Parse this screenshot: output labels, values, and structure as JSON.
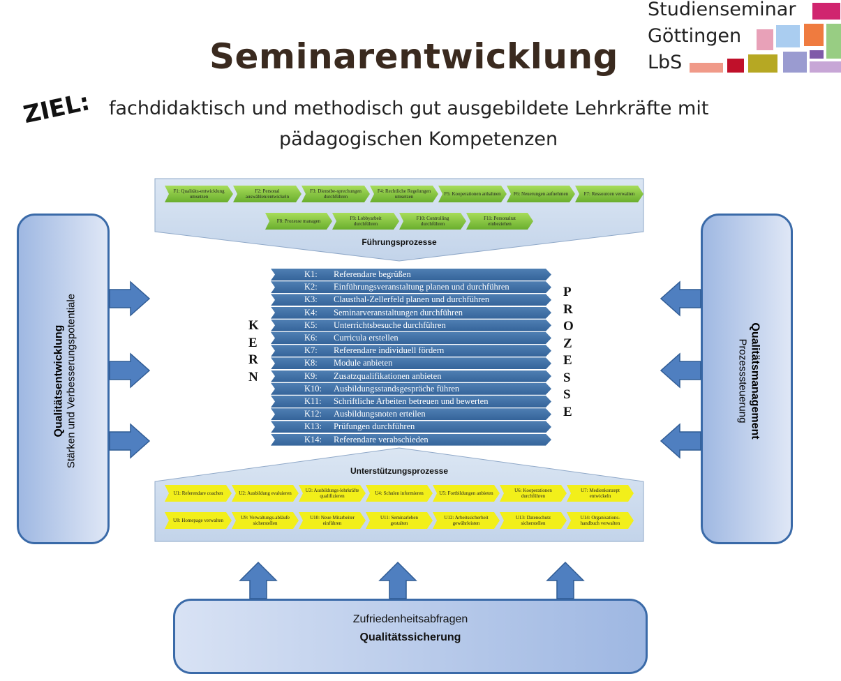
{
  "title": "Seminarentwicklung",
  "ziel": {
    "label": "ZIEL:",
    "line1": "fachdidaktisch und methodisch gut ausgebildete Lehrkräfte mit",
    "line2": "pädagogischen Kompetenzen"
  },
  "logo": {
    "line1": "Studienseminar",
    "line2": "Göttingen",
    "line3": "LbS",
    "colors": [
      "#d0256f",
      "#e8a1b8",
      "#aacdf0",
      "#ef7b3f",
      "#98cd83",
      "#f09a89",
      "#c0102a",
      "#b6a823",
      "#9a9bd0",
      "#7f5aa8",
      "#c7a6d6"
    ]
  },
  "colors": {
    "box_border": "#3a6aa8",
    "arrow": "#4f7fc0",
    "core": "#3d6ea6",
    "green": "#7cc23c",
    "yellow": "#f2ef1a"
  },
  "fuehrung": {
    "caption": "Führungsprozesse",
    "row1": [
      {
        "code": "F1:",
        "text": "Qualitäts-entwicklung umsetzen"
      },
      {
        "code": "F2:",
        "text": "Personal auswählen/entwickeln"
      },
      {
        "code": "F3:",
        "text": "Dienstbe-sprechungen durchführen"
      },
      {
        "code": "F4:",
        "text": "Rechtliche Regelungen umsetzen"
      },
      {
        "code": "F5:",
        "text": "Kooperationen anbahnen"
      },
      {
        "code": "F6:",
        "text": "Neuerungen aufnehmen"
      },
      {
        "code": "F7:",
        "text": "Ressourcen verwalten"
      }
    ],
    "row2": [
      {
        "code": "F8:",
        "text": "Prozesse managen"
      },
      {
        "code": "F9:",
        "text": "Lobbyarbeit durchführen"
      },
      {
        "code": "F10:",
        "text": "Controlling durchführen"
      },
      {
        "code": "F11:",
        "text": "Personalrat einbeziehen"
      }
    ]
  },
  "kern": {
    "left_word": [
      "K",
      "E",
      "R",
      "N"
    ],
    "right_word": [
      "P",
      "R",
      "O",
      "Z",
      "E",
      "S",
      "S",
      "E"
    ],
    "items": [
      {
        "code": "K1:",
        "text": "Referendare begrüßen"
      },
      {
        "code": "K2:",
        "text": "Einführungsveranstaltung planen und durchführen"
      },
      {
        "code": "K3:",
        "text": "Clausthal-Zellerfeld planen und durchführen"
      },
      {
        "code": "K4:",
        "text": "Seminarveranstaltungen durchführen"
      },
      {
        "code": "K5:",
        "text": "Unterrichtsbesuche durchführen"
      },
      {
        "code": "K6:",
        "text": "Curricula erstellen"
      },
      {
        "code": "K7:",
        "text": "Referendare individuell fördern"
      },
      {
        "code": "K8:",
        "text": "Module anbieten"
      },
      {
        "code": "K9:",
        "text": "Zusatzqualifikationen anbieten"
      },
      {
        "code": "K10:",
        "text": "Ausbildungsstandsgespräche führen"
      },
      {
        "code": "K11:",
        "text": "Schriftliche Arbeiten betreuen und bewerten"
      },
      {
        "code": "K12:",
        "text": "Ausbildungsnoten erteilen"
      },
      {
        "code": "K13:",
        "text": "Prüfungen durchführen"
      },
      {
        "code": "K14:",
        "text": "Referendare verabschieden"
      }
    ]
  },
  "unterstuetzung": {
    "caption": "Unterstützungsprozesse",
    "row1": [
      {
        "code": "U1:",
        "text": "Referendare coachen"
      },
      {
        "code": "U2:",
        "text": "Ausbildung evaluieren"
      },
      {
        "code": "U3:",
        "text": "Ausbildungs-lehrkräfte qualifizieren"
      },
      {
        "code": "U4:",
        "text": "Schulen informieren"
      },
      {
        "code": "U5:",
        "text": "Fortbildungen anbieten"
      },
      {
        "code": "U6:",
        "text": "Kooperationen durchführen"
      },
      {
        "code": "U7:",
        "text": "Medienkonzept entwickeln"
      }
    ],
    "row2": [
      {
        "code": "U8:",
        "text": "Homepage verwalten"
      },
      {
        "code": "U9:",
        "text": "Verwaltungs-abläufe sicherstellen"
      },
      {
        "code": "U10:",
        "text": "Neue Mitarbeiter einführen"
      },
      {
        "code": "U11:",
        "text": "Seminarleben gestalten"
      },
      {
        "code": "U12:",
        "text": "Arbeitssicherheit gewährleisten"
      },
      {
        "code": "U13:",
        "text": "Datenschutz sicherstellen"
      },
      {
        "code": "U14:",
        "text": "Organisations-handbuch verwalten"
      }
    ]
  },
  "left_box": {
    "title": "Qualitätsentwicklung",
    "subtitle": "Stärken und Verbesserungspotentiale"
  },
  "right_box": {
    "title": "Qualitätsmanagement",
    "subtitle": "Prozesssteuerung"
  },
  "bottom_box": {
    "line1": "Zufriedenheitsabfragen",
    "line2": "Qualitätssicherung"
  }
}
